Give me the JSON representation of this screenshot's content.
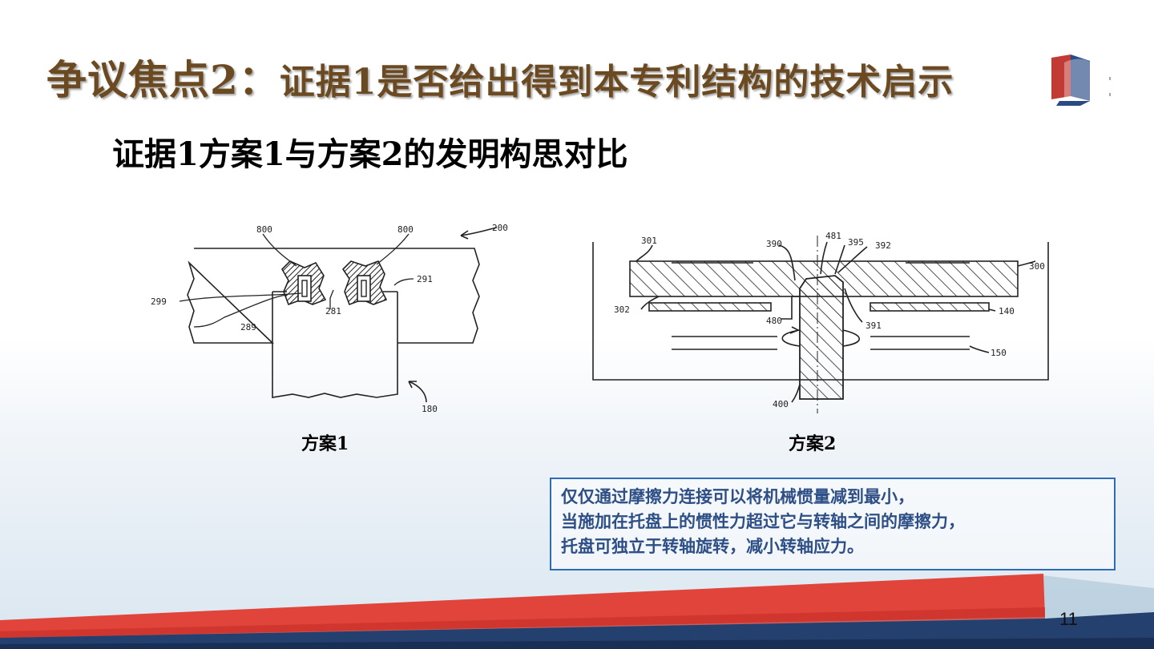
{
  "header": {
    "title_main": "争议焦点2：",
    "title_rest": "证据1是否给出得到本专利结构的技术启示"
  },
  "subtitle": "证据1方案1与方案2的发明构思对比",
  "figure1": {
    "caption": "方案1",
    "labels": {
      "l200": "200",
      "l800a": "800",
      "l800b": "800",
      "l291": "291",
      "l299": "299",
      "l289": "289",
      "l281": "281",
      "l180": "180"
    }
  },
  "figure2": {
    "caption": "方案2",
    "labels": {
      "l301": "301",
      "l390": "390",
      "l481": "481",
      "l395": "395",
      "l392": "392",
      "l300": "300",
      "l302": "302",
      "l480": "480",
      "l391": "391",
      "l140": "140",
      "l150": "150",
      "l400": "400"
    }
  },
  "note": {
    "line1": "仅仅通过摩擦力连接可以将机械惯量减到最小，",
    "line2": "当施加在托盘上的惯性力超过它与转轴之间的摩擦力，",
    "line3": "托盘可独立于转轴旋转，减小转轴应力。"
  },
  "footer": {
    "page_number": "11"
  },
  "colors": {
    "title": "#6b4a22",
    "note_border": "#2e6cb3",
    "note_text": "#2d4f86",
    "band_red": "#e0443a",
    "band_blue": "#24406f"
  }
}
